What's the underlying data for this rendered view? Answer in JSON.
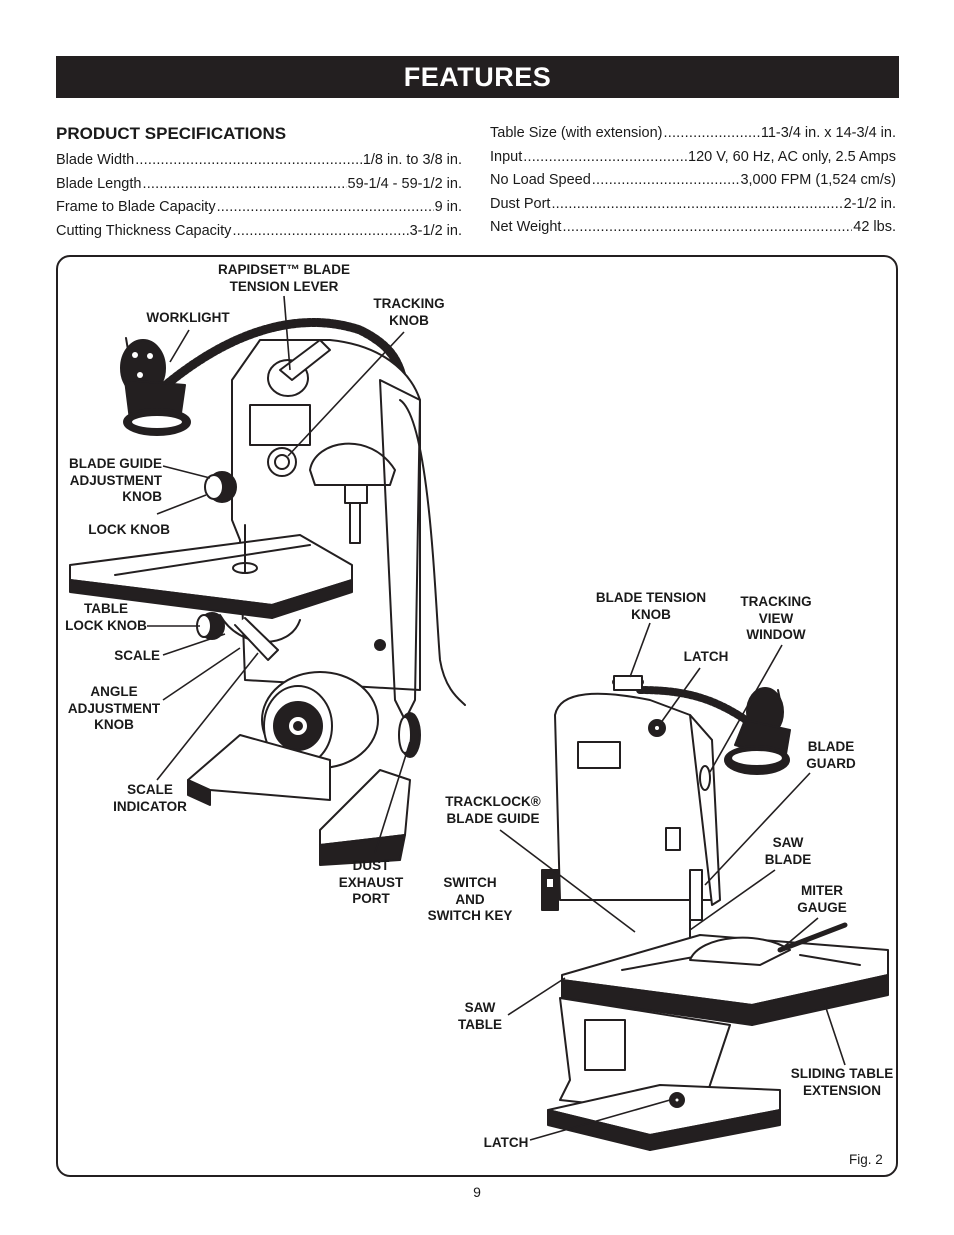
{
  "header": {
    "title": "FEATURES"
  },
  "specs": {
    "title": "PRODUCT SPECIFICATIONS",
    "left": [
      {
        "label": "Blade Width",
        "value": "1/8 in. to 3/8 in."
      },
      {
        "label": "Blade Length",
        "value": "59-1/4 - 59-1/2 in."
      },
      {
        "label": "Frame to Blade Capacity",
        "value": "9 in."
      },
      {
        "label": "Cutting Thickness Capacity",
        "value": "3-1/2 in."
      }
    ],
    "right": [
      {
        "label": "Table Size (with extension)",
        "value": "11-3/4 in. x 14-3/4 in."
      },
      {
        "label": "Input",
        "value": "120 V, 60 Hz, AC only, 2.5 Amps"
      },
      {
        "label": "No Load Speed",
        "value": "3,000 FPM (1,524 cm/s)"
      },
      {
        "label": "Dust Port",
        "value": "2-1/2 in."
      },
      {
        "label": "Net Weight",
        "value": "42 lbs."
      }
    ]
  },
  "figure": {
    "callouts": {
      "rapidset": "RAPIDSET™ BLADE\nTENSION LEVER",
      "worklight": "WORKLIGHT",
      "tracking_knob": "TRACKING\nKNOB",
      "blade_guide_adj": "BLADE GUIDE\nADJUSTMENT\nKNOB",
      "lock_knob": "LOCK KNOB",
      "table_lock_knob": "TABLE\nLOCK KNOB",
      "scale": "SCALE",
      "angle_adj": "ANGLE\nADJUSTMENT\nKNOB",
      "scale_indicator": "SCALE\nINDICATOR",
      "dust_exhaust": "DUST\nEXHAUST\nPORT",
      "blade_tension_knob": "BLADE TENSION\nKNOB",
      "tracking_view": "TRACKING\nVIEW\nWINDOW",
      "latch_top": "LATCH",
      "blade_guard": "BLADE\nGUARD",
      "tracklock": "TRACKLOCK®\nBLADE GUIDE",
      "saw_blade": "SAW\nBLADE",
      "miter_gauge": "MITER\nGAUGE",
      "switch": "SWITCH\nAND\nSWITCH KEY",
      "saw_table": "SAW\nTABLE",
      "sliding_ext": "SLIDING TABLE\nEXTENSION",
      "latch_bottom": "LATCH"
    },
    "fig_label": "Fig. 2"
  },
  "page": {
    "number": "9"
  }
}
